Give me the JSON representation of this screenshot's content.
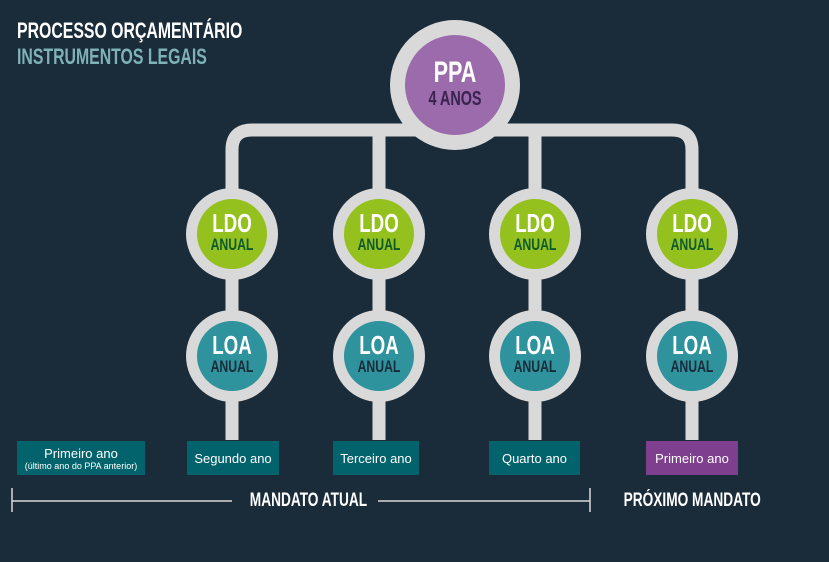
{
  "header": {
    "title": "PROCESSO ORÇAMENTÁRIO",
    "subtitle": "INSTRUMENTOS LEGAIS"
  },
  "ppa": {
    "label": "PPA",
    "sub": "4 ANOS"
  },
  "columns": [
    {
      "ldo": "LDO",
      "ldo_sub": "ANUAL",
      "loa": "LOA",
      "loa_sub": "ANUAL",
      "year": "Segundo ano"
    },
    {
      "ldo": "LDO",
      "ldo_sub": "ANUAL",
      "loa": "LOA",
      "loa_sub": "ANUAL",
      "year": "Terceiro ano"
    },
    {
      "ldo": "LDO",
      "ldo_sub": "ANUAL",
      "loa": "LOA",
      "loa_sub": "ANUAL",
      "year": "Quarto ano"
    },
    {
      "ldo": "LDO",
      "ldo_sub": "ANUAL",
      "loa": "LOA",
      "loa_sub": "ANUAL",
      "year": "Primeiro ano"
    }
  ],
  "first_year": {
    "label": "Primeiro ano",
    "note": "(último ano do PPA anterior)"
  },
  "timeline": {
    "current": "MANDATO ATUAL",
    "next": "PRÓXIMO MANDATO"
  },
  "colors": {
    "background": "#1a2b3a",
    "ppa": "#9b6bab",
    "ldo": "#95c11f",
    "loa": "#2e939c",
    "box": "#03636c",
    "box_next": "#7d3f8e",
    "ring": "#d9d9d9"
  }
}
